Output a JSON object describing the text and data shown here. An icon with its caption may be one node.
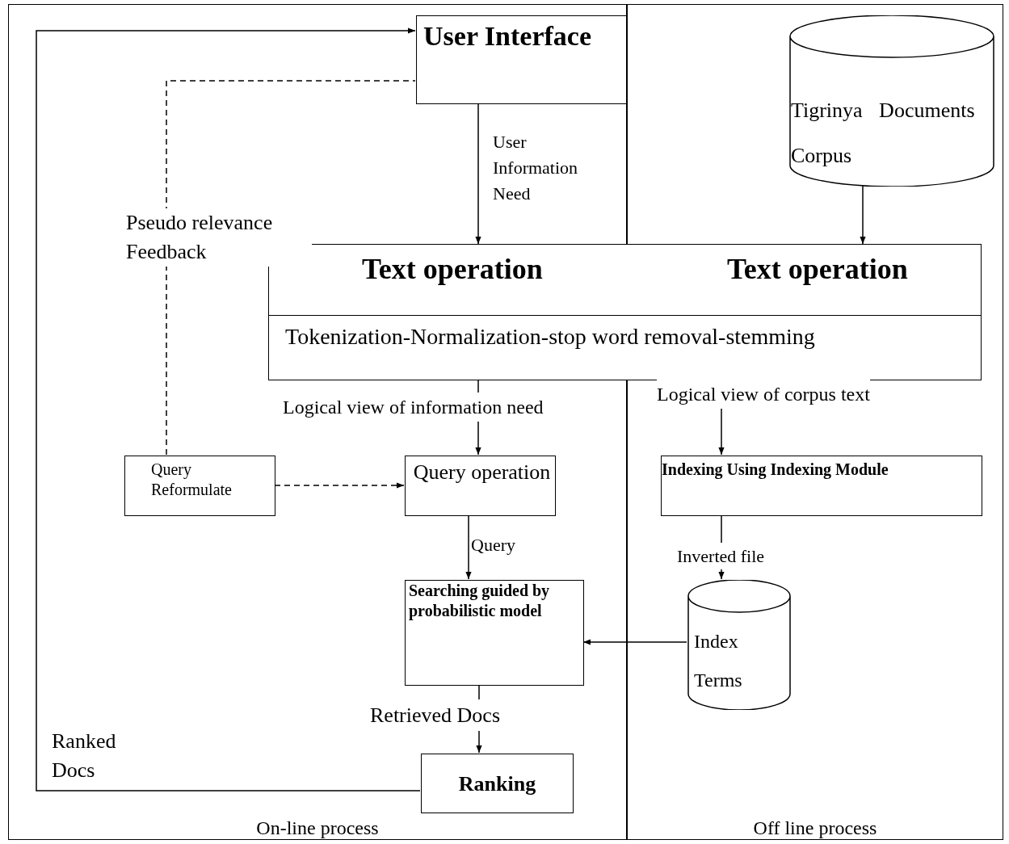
{
  "diagram": {
    "nodes": [
      {
        "text": [
          "On-line process"
        ]
      },
      {
        "text": [
          "Off line process"
        ]
      },
      {
        "text": [
          "User Interface"
        ],
        "in": 0
      },
      {
        "text": [
          "Tigrinya Documents Corpus"
        ],
        "in": 1
      },
      {
        "text": [
          "Text operation",
          "Text operation",
          "Tokenization-Normalization-stop word removal-stemming"
        ]
      },
      {
        "text": [
          "Query Reformulate"
        ],
        "in": 0
      },
      {
        "text": [
          "Query operation"
        ],
        "in": 0
      },
      {
        "text": [
          "Indexing Using Indexing Module"
        ],
        "in": 1
      },
      {
        "text": [
          "Searching guided by probabilistic model"
        ],
        "in": 0
      },
      {
        "text": [
          "Index Terms"
        ],
        "in": 1
      },
      {
        "text": [
          "Ranking"
        ],
        "in": 0
      }
    ],
    "edges": [
      {
        "from": 2,
        "to": 4,
        "arrow": "to",
        "label": "User Information Need"
      },
      {
        "from": 3,
        "to": 4,
        "arrow": "to"
      },
      {
        "from": 4,
        "to": 6,
        "arrow": "to",
        "label": "Logical view of information need"
      },
      {
        "from": 4,
        "to": 7,
        "arrow": "to",
        "label": "Logical view of corpus text"
      },
      {
        "from": 5,
        "to": 6,
        "arrow": "to",
        "style": "dashed"
      },
      {
        "from": 5,
        "to": 2,
        "arrow": "none",
        "style": "dashed",
        "label": "Pseudo relevance Feedback"
      },
      {
        "from": 6,
        "to": 8,
        "arrow": "to",
        "label": "Query"
      },
      {
        "from": 7,
        "to": 9,
        "arrow": "to",
        "label": "Inverted file"
      },
      {
        "from": 9,
        "to": 8,
        "arrow": "to"
      },
      {
        "from": 8,
        "to": 10,
        "arrow": "to",
        "label": "Retrieved Docs"
      },
      {
        "from": 10,
        "to": 2,
        "arrow": "to",
        "label": "Ranked Docs"
      }
    ]
  }
}
